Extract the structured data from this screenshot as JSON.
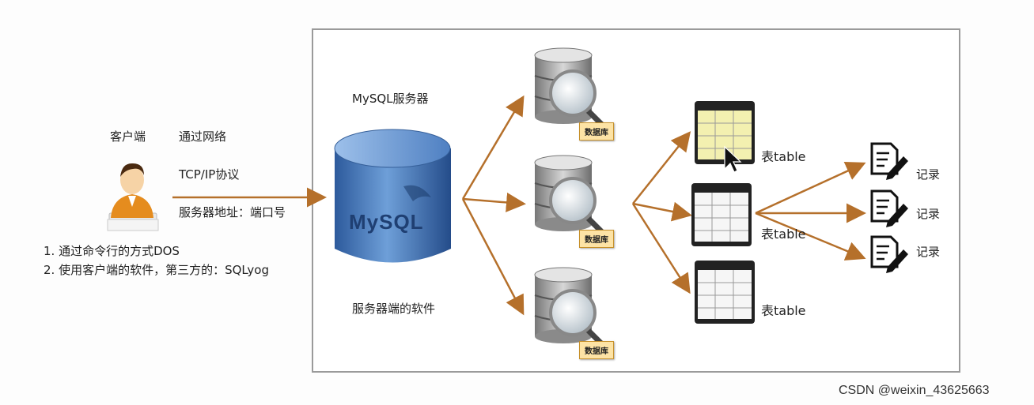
{
  "client": {
    "title": "客户端",
    "network_lines": [
      "通过网络",
      "TCP/IP协议",
      "服务器地址：端口号"
    ],
    "methods": [
      "1. 通过命令行的方式DOS",
      "2. 使用客户端的软件，第三方的：SQLyog"
    ]
  },
  "server": {
    "title": "MySQL服务器",
    "logo_text": "MySQL",
    "caption": "服务器端的软件"
  },
  "databases": [
    {
      "label": "数据库"
    },
    {
      "label": "数据库"
    },
    {
      "label": "数据库"
    }
  ],
  "tables": [
    {
      "label": "表table"
    },
    {
      "label": "表table"
    },
    {
      "label": "表table"
    }
  ],
  "records": [
    {
      "label": "记录"
    },
    {
      "label": "记录"
    },
    {
      "label": "记录"
    }
  ],
  "watermark": "CSDN @weixin_43625663",
  "colors": {
    "arrow": "#b5702b",
    "cylinder": "#3a6fb5",
    "tag_fill": "#fde3a5",
    "table_highlight": "#f3f0b0"
  }
}
